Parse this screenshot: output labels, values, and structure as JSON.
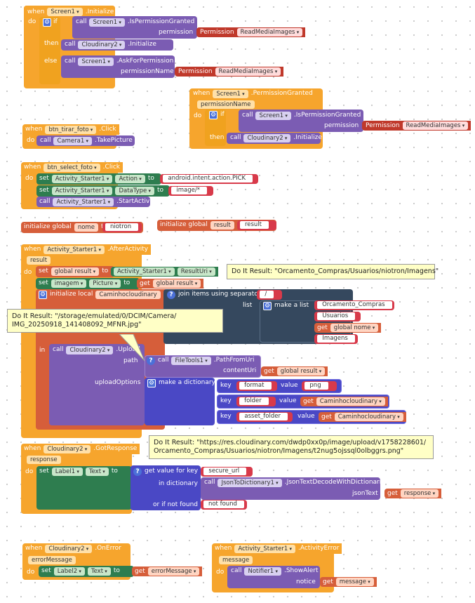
{
  "b1": {
    "when": "when",
    "comp": "Screen1",
    "evt": ".Initialize",
    "do": "do",
    "if": "if",
    "call": "call",
    "comp2": "Screen1",
    "method": ".IsPermissionGranted",
    "param": "permission",
    "perm_kw": "Permission",
    "perm_val": "ReadMediaImages",
    "then": "then",
    "call2": "call",
    "cloud": "Cloudinary2",
    "init": ".Initialize",
    "else": "else",
    "call3": "call",
    "comp3": "Screen1",
    "ask": ".AskForPermission",
    "param2": "permissionName",
    "perm_kw2": "Permission",
    "perm_val2": "ReadMediaImages"
  },
  "b2": {
    "when": "when",
    "comp": "Screen1",
    "evt": ".PermissionGranted",
    "arg": "permissionName",
    "do": "do",
    "if": "if",
    "call": "call",
    "comp2": "Screen1",
    "method": ".IsPermissionGranted",
    "param": "permission",
    "perm_kw": "Permission",
    "perm_val": "ReadMediaImages",
    "then": "then",
    "call2": "call",
    "cloud": "Cloudinary2",
    "init": ".Initialize"
  },
  "b3": {
    "when": "when",
    "comp": "btn_tirar_foto",
    "evt": ".Click",
    "do": "do",
    "call": "call",
    "cam": "Camera1",
    "method": ".TakePicture"
  },
  "b4": {
    "when": "when",
    "comp": "btn_select_foto",
    "evt": ".Click",
    "do": "do",
    "set": "set",
    "act": "Activity_Starter1",
    "p1": "Action",
    "to": "to",
    "v1": "android.intent.action.PICK",
    "p2": "DataType",
    "v2": "image/*",
    "call": "call",
    "start": ".StartActivity"
  },
  "g1": {
    "init": "initialize global",
    "name": "nome",
    "to": "to",
    "val": "niotron"
  },
  "g2": {
    "init": "initialize global",
    "name": "result",
    "to": "to",
    "val": "result"
  },
  "b5": {
    "when": "when",
    "comp": "Activity_Starter1",
    "evt": ".AfterActivity",
    "arg": "result",
    "do": "do",
    "set": "set",
    "gr": "global result",
    "to": "to",
    "act": "Activity_Starter1",
    "resuri": "ResultUri",
    "set2": "set",
    "img": "imagem",
    "pic": "Picture",
    "get": "get",
    "gr2": "global result",
    "initl": "initialize local",
    "loc": "Caminhocloudinary",
    "to2": "to",
    "join": "join items using separator",
    "sep": "/",
    "list": "list",
    "mkl": "make a list",
    "i1": "Orcamento_Compras",
    "i2": "Usuarios",
    "get2": "get",
    "i3": "global nome",
    "i4": "Imagens",
    "in": "in",
    "call": "call",
    "cloud": "Cloudinary2",
    "upload": ".Upload",
    "path": "path",
    "call2": "call",
    "ft": "FileTools1",
    "pfu": ".PathFromUri",
    "curi": "contentUri",
    "get3": "get",
    "gr3": "global result",
    "upopt": "uploadOptions",
    "mkd": "make a dictionary",
    "key": "key",
    "k1": "format",
    "value": "value",
    "v1": "png",
    "k2": "folder",
    "get4": "get",
    "loc2": "Caminhocloudinary",
    "k3": "asset_folder",
    "get5": "get",
    "loc3": "Caminhocloudinary"
  },
  "tip1": "Do It Result: \"Orcamento_Compras/Usuarios/niotron/Imagens\"",
  "tip2_l1": "Do It Result: \"/storage/emulated/0/DCIM/Camera/",
  "tip2_l2": "IMG_20250918_141408092_MFNR.jpg\"",
  "b6": {
    "when": "when",
    "comp": "Cloudinary2",
    "evt": ".GotResponse",
    "arg": "response",
    "do": "do",
    "set": "set",
    "lab": "Label1",
    "txt": "Text",
    "to": "to",
    "gvk": "get value for key",
    "key": "secure_url",
    "indict": "in dictionary",
    "call": "call",
    "j2d": "JsonToDictionary1",
    "meth": ".JsonTextDecodeWithDictionaries",
    "jt": "jsonText",
    "get": "get",
    "resp": "response",
    "ifnf": "or if not found",
    "nf": "not found"
  },
  "tip3_l1": "Do It Result: \"https://res.cloudinary.com/dwdp0xx0p/image/upload/v1758228601/",
  "tip3_l2": "Orcamento_Compras/Usuarios/niotron/Imagens/t2nug5ojssql0olbggrs.png\"",
  "b7": {
    "when": "when",
    "comp": "Cloudinary2",
    "evt": ".OnError",
    "arg": "errorMessage",
    "do": "do",
    "set": "set",
    "lab": "Label2",
    "txt": "Text",
    "to": "to",
    "get": "get",
    "em": "errorMessage"
  },
  "b8": {
    "when": "when",
    "comp": "Activity_Starter1",
    "evt": ".ActivityError",
    "arg": "message",
    "do": "do",
    "call": "call",
    "not": "Notifier1",
    "show": ".ShowAlert",
    "notice": "notice",
    "get": "get",
    "msg": "message"
  },
  "colors": {
    "event": "#f6a52d",
    "component": "#7b5cb3",
    "setter": "#2e7d4f",
    "text": "#c0392b",
    "variable": "#d65e3a",
    "dictionary": "#4a48c5",
    "list": "#35485e"
  }
}
